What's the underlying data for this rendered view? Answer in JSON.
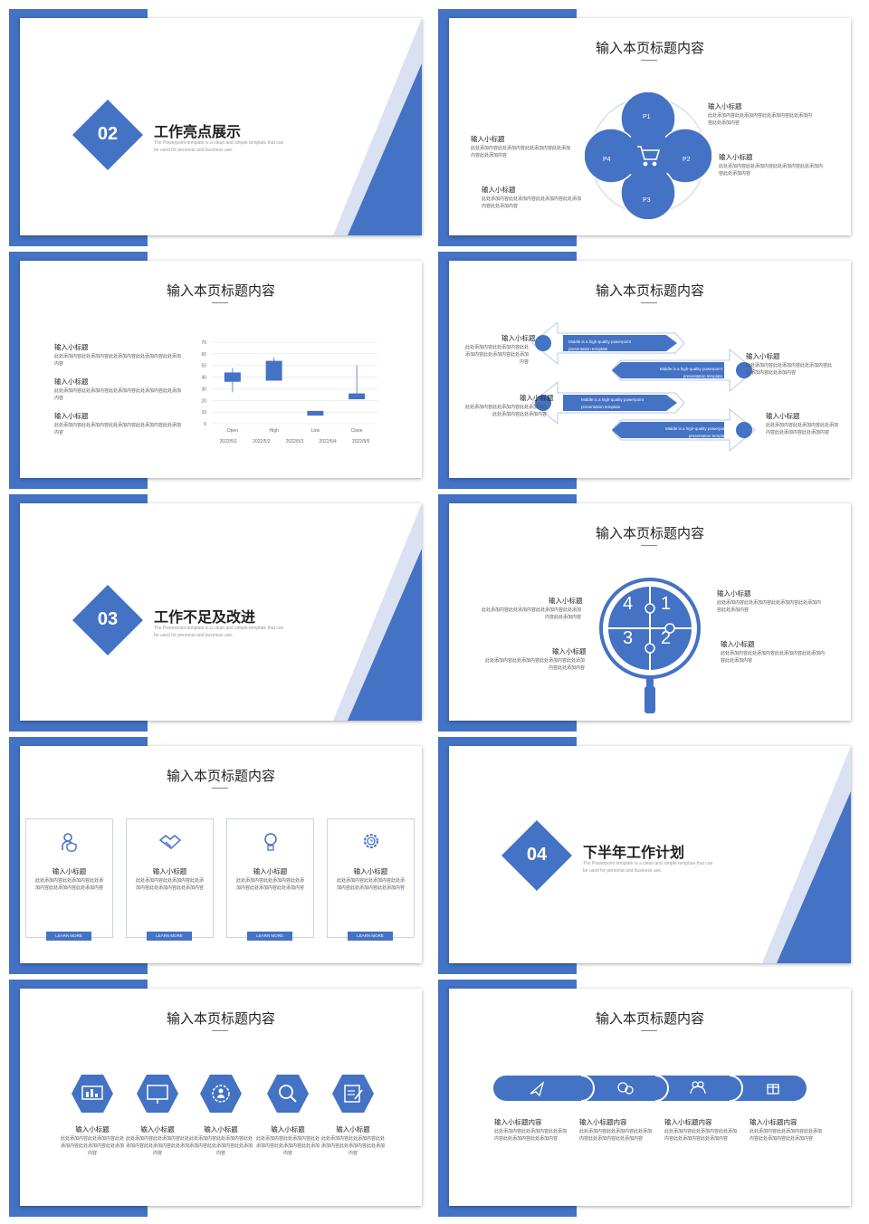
{
  "section_slides": [
    {
      "number": "02",
      "title": "工作亮点展示",
      "desc": "The Powerpoint template is a clean and simple template that can be used for personal and business use."
    },
    {
      "number": "03",
      "title": "工作不足及改进",
      "desc": "The Powerpoint template is a clean and simple template that can be used for personal and business use."
    },
    {
      "number": "04",
      "title": "下半年工作计划",
      "desc": "The Powerpoint template is a clean and simple template that can be used for personal and business use."
    }
  ],
  "page_title": "输入本页标题内容",
  "subtitle": "输入小标题",
  "subtitle_content": "输入小标题内容",
  "body_text": "此处添加内容此处添加内容此处添加内容此处添加内容此处添加内容",
  "petals": {
    "p1": "P1",
    "p2": "P2",
    "p3": "P3",
    "p4": "P4"
  },
  "arrow_text": "Middle is a high-quality powerpoint presentation template",
  "puzzle": {
    "n1": "1",
    "n2": "2",
    "n3": "3",
    "n4": "4"
  },
  "learn_more": "LEARN MORE",
  "chart_data": {
    "type": "candlestick",
    "categories": [
      "Open",
      "High",
      "Low",
      "Close"
    ],
    "dates": [
      "2022/5/1",
      "2022/5/2",
      "2022/5/3",
      "2022/5/4",
      "2022/5/5"
    ],
    "yticks": [
      "0",
      "10",
      "20",
      "30",
      "40",
      "50",
      "60",
      "70"
    ],
    "ylim": [
      0,
      70
    ],
    "boxes": [
      {
        "low": 36,
        "high": 44,
        "wlow": 27,
        "whigh": 48
      },
      {
        "low": 37,
        "high": 54,
        "wlow": 37,
        "whigh": 57
      },
      {
        "low": 7,
        "high": 11,
        "wlow": 7,
        "whigh": 11
      },
      {
        "low": 21,
        "high": 26,
        "wlow": 21,
        "whigh": 50
      }
    ]
  },
  "colors": {
    "accent": "#4472c4",
    "light": "#d9e1f2"
  }
}
